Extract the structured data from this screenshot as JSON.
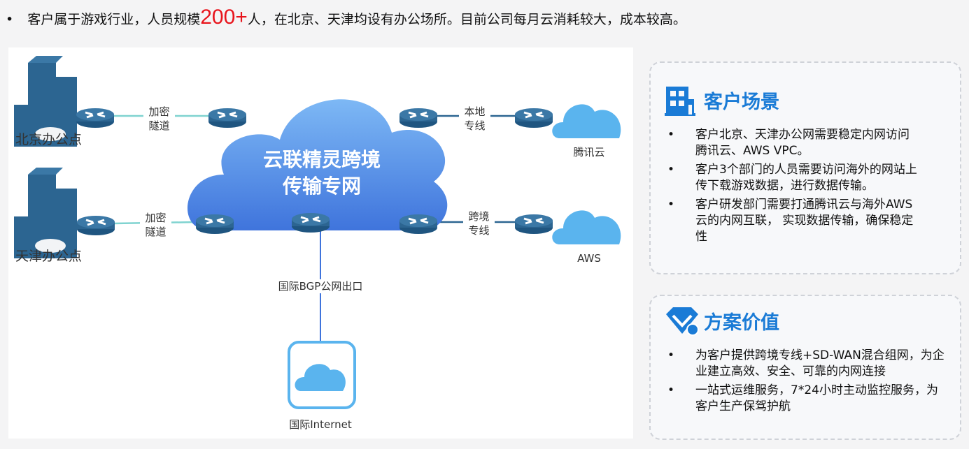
{
  "headline": {
    "bullet": "•",
    "prefix": "客户属于游戏行业，人员规模",
    "highlight": "200+",
    "suffix": "人，在北京、天津均设有办公场所。目前公司每月云消耗较大，成本较高。"
  },
  "diagram": {
    "sites": [
      "北京办公点",
      "天津办公点"
    ],
    "tunnel_label": [
      "加密",
      "隧道"
    ],
    "cloud_title": [
      "云联精灵跨境",
      "传输专网"
    ],
    "local_line": [
      "本地",
      "专线"
    ],
    "cross_line": [
      "跨境",
      "专线"
    ],
    "tencent": "腾讯云",
    "aws": "AWS",
    "bgp": "国际BGP公网出口",
    "internet": "国际Internet"
  },
  "scenario": {
    "title": "客户场景",
    "items": [
      "客户北京、天津办公网需要稳定内网访问腾讯云、AWS VPC。",
      "客户3个部门的人员需要访问海外的网站上传下载游戏数据，进行数据传输。",
      "客户研发部门需要打通腾讯云与海外AWS云的内网互联， 实现数据传输，确保稳定性"
    ]
  },
  "value": {
    "title": "方案价值",
    "items": [
      "为客户提供跨境专线+SD-WAN混合组网，为企业建立高效、安全、可靠的内网连接",
      "一站式运维服务，7*24小时主动监控服务，为客户生产保驾护航"
    ]
  },
  "colors": {
    "accent": "#1a7bd6",
    "highlight": "#e8141c",
    "router": "#2c6591",
    "link": "#7fd3d0"
  }
}
